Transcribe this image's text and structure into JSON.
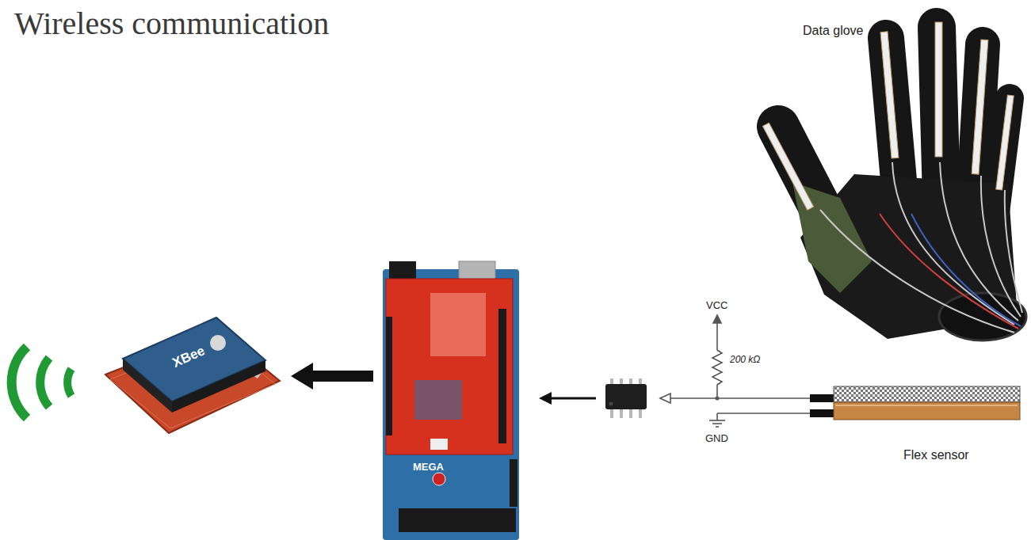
{
  "diagram": {
    "title": "Wireless communication",
    "nodes": [
      {
        "text": [
          "XBee"
        ]
      },
      {
        "text": [
          "MEGA"
        ]
      }
    ],
    "edges": [
      {
        "from": 1,
        "to": 0,
        "arrow": "to"
      }
    ],
    "labels": [
      "Data glove",
      "VCC",
      "200 kΩ",
      "GND",
      "Flex sensor"
    ]
  }
}
